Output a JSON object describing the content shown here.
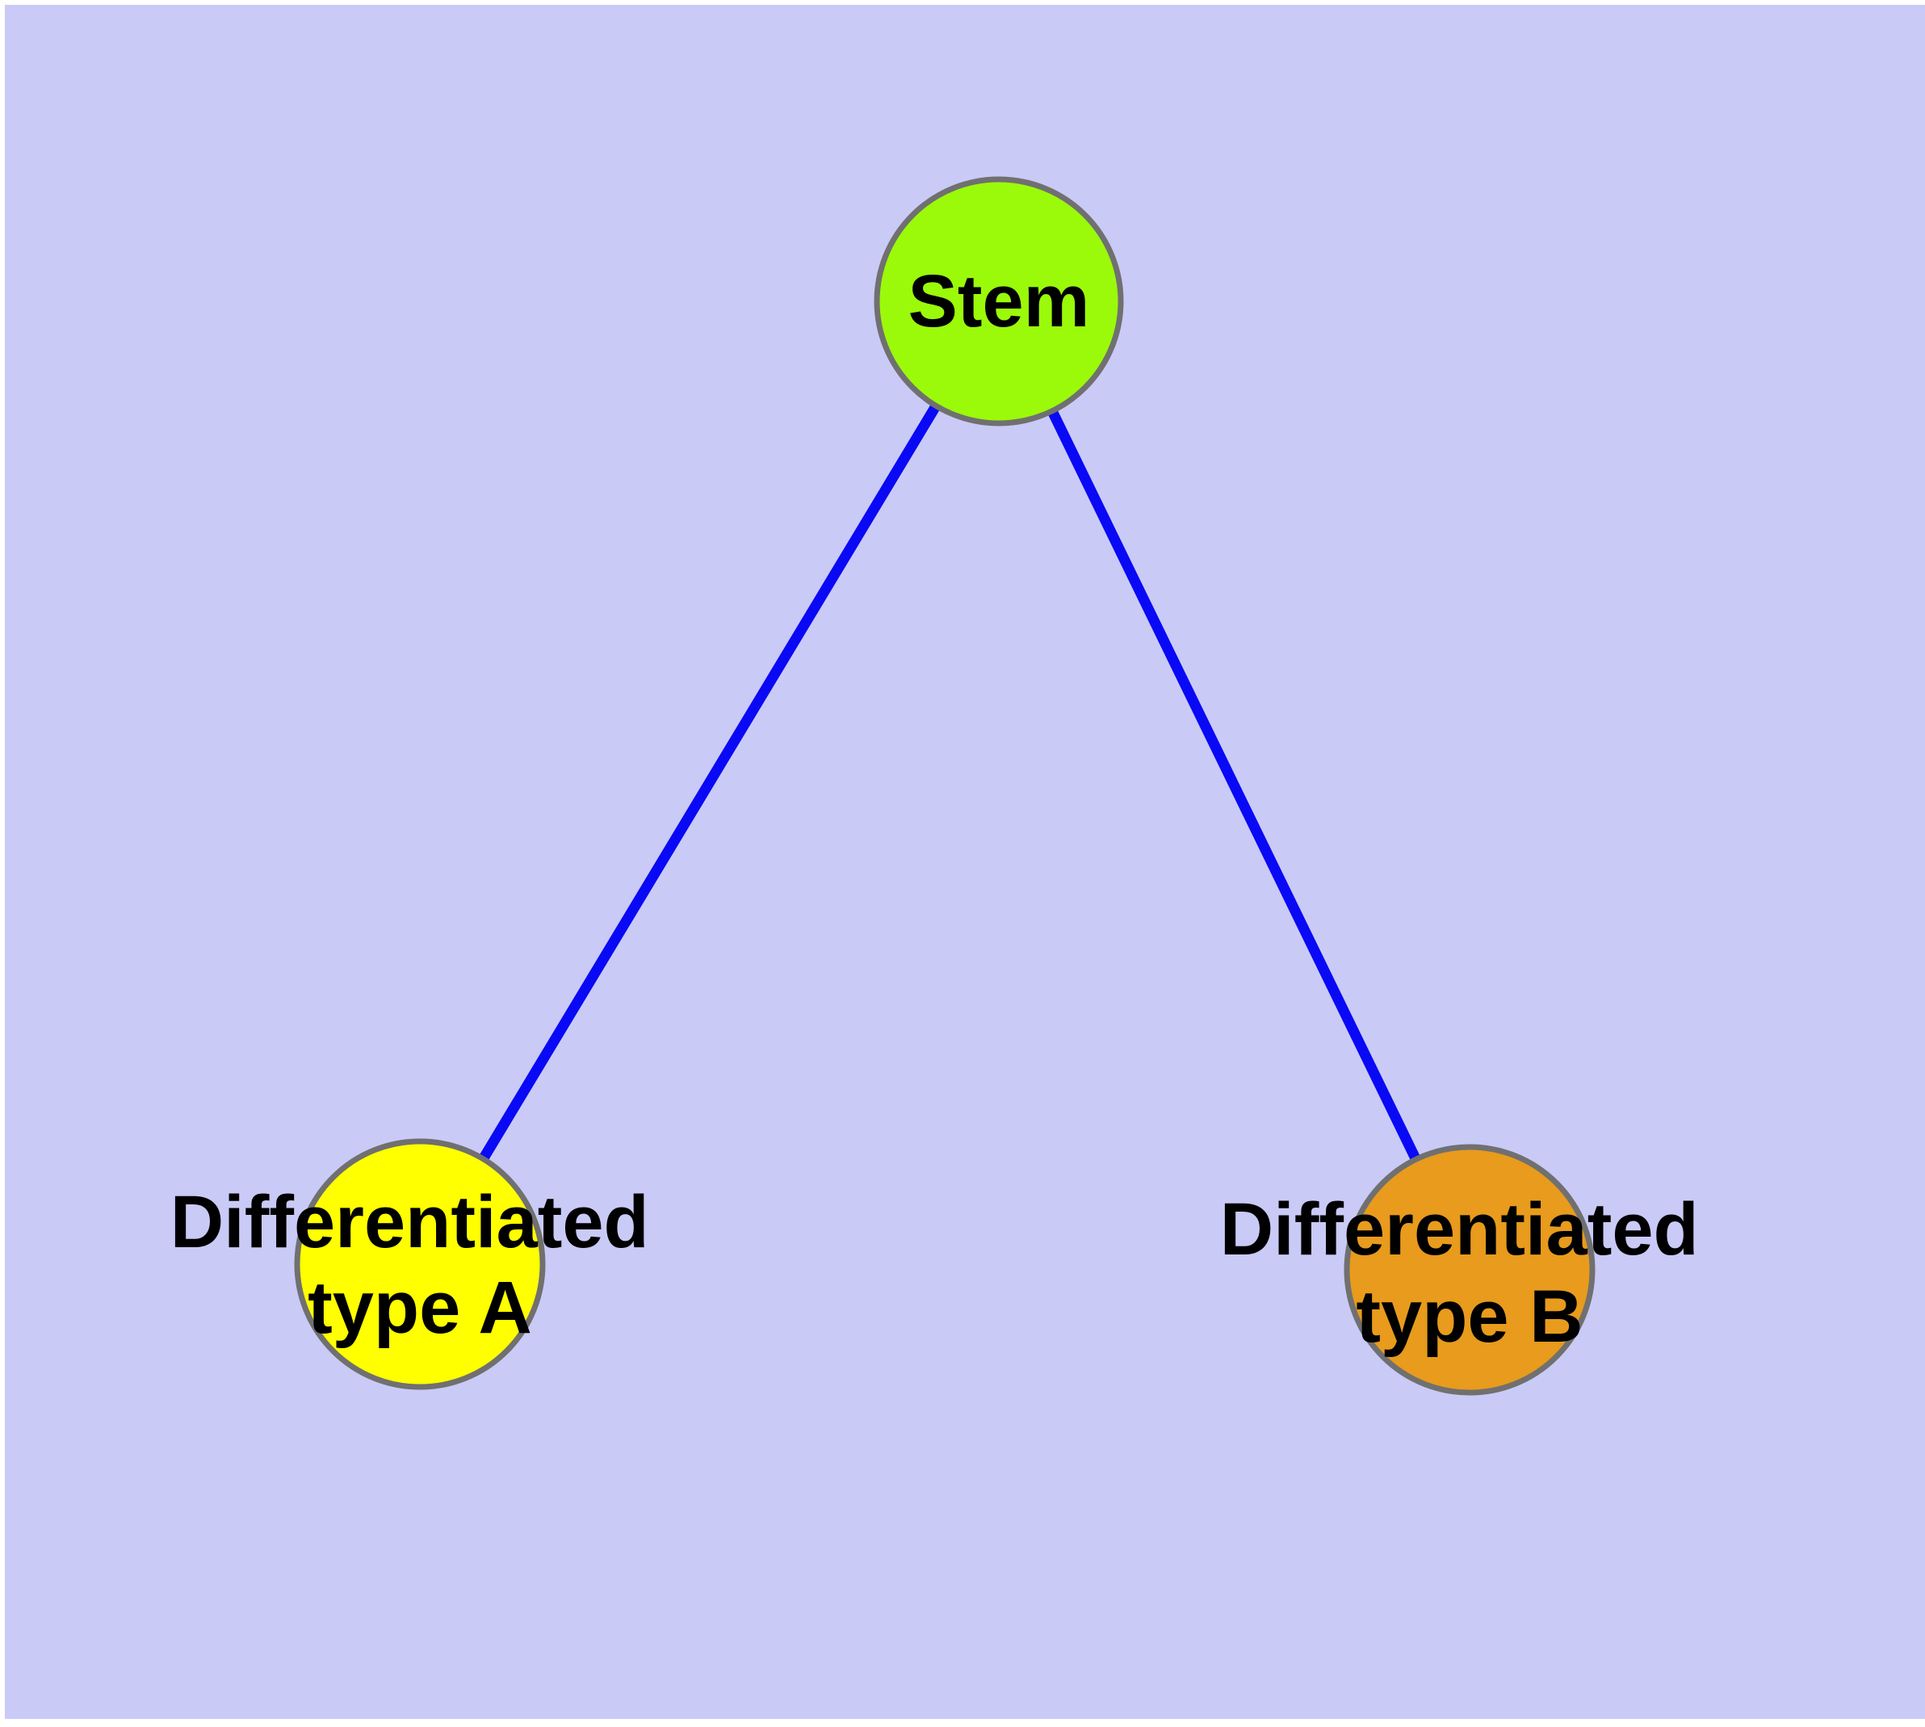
{
  "diagram": {
    "type": "node-link-graph",
    "background_color": "#CACAF7",
    "edge_color": "#0909F5",
    "node_border_color": "#707070",
    "text_color": "#000000",
    "nodes": [
      {
        "id": "stem",
        "label": "Stem",
        "fill": "#9BFA0A"
      },
      {
        "id": "differentiated-type-a",
        "label": "Differentiated type A",
        "label_lines": [
          "Differentiated",
          "type A"
        ],
        "fill": "#FFFF00"
      },
      {
        "id": "differentiated-type-b",
        "label": "Differentiated type B",
        "label_lines": [
          "Differentiated",
          "type B"
        ],
        "fill": "#E89B1C"
      }
    ],
    "edges": [
      {
        "source": "Stem",
        "target": "Differentiated type A"
      },
      {
        "source": "Stem",
        "target": "Differentiated type B"
      }
    ]
  }
}
